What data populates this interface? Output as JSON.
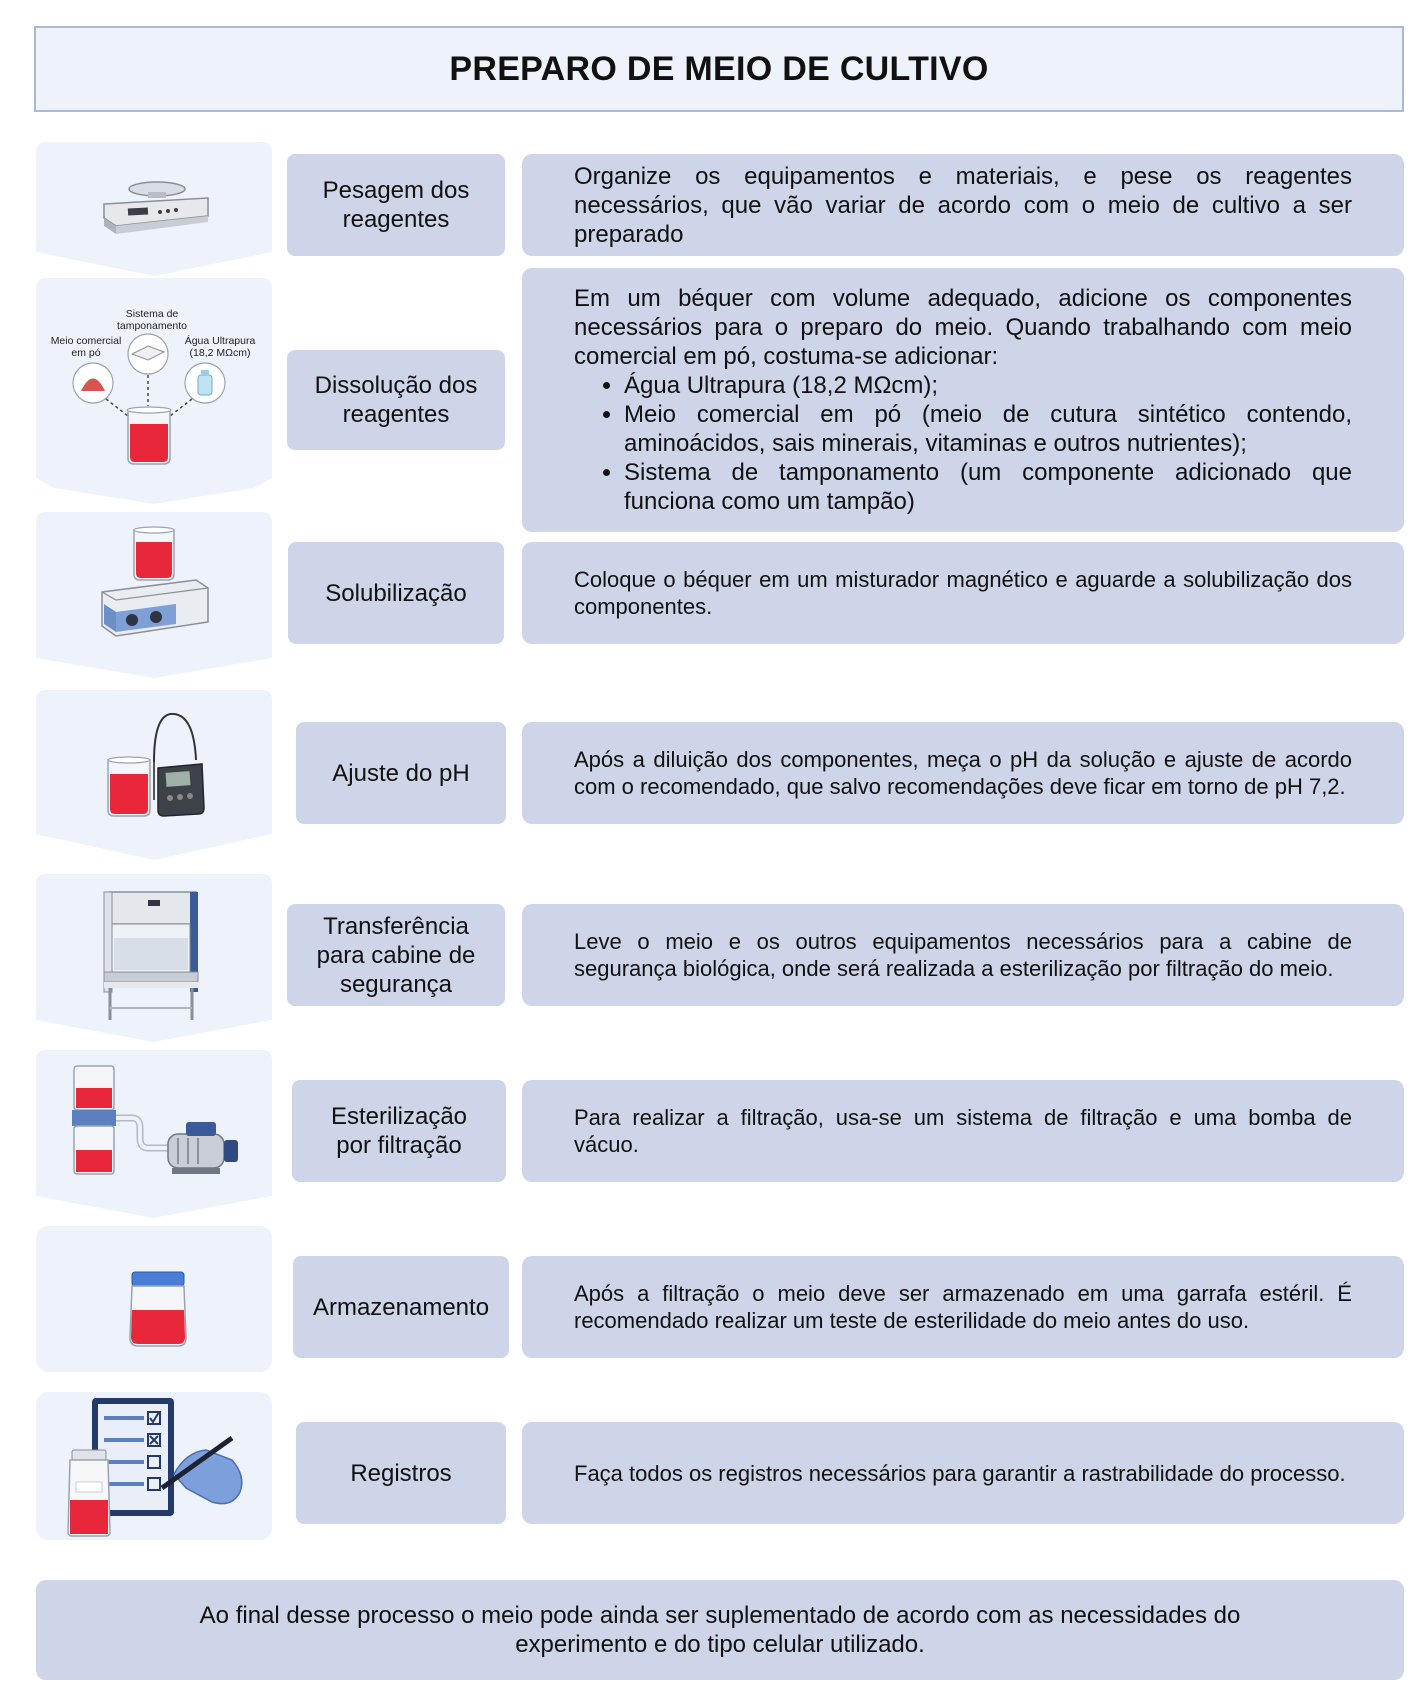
{
  "title": "PREPARO DE MEIO DE CULTIVO",
  "dissolution_labels": {
    "buffer": "Sistema de\ntamponamento",
    "medium": "Meio comercial\nem pó",
    "water": "Água Ultrapura\n(18,2 MΩcm)"
  },
  "steps": [
    {
      "label": "Pesagem dos\nreagentes",
      "icon": "balance-icon",
      "text": "Organize os equipamentos e materiais, e pese os reagentes necessários, que vão variar de acordo com o meio de cultivo a ser preparado"
    },
    {
      "label": "Dissolução dos\nreagentes",
      "icon": "dissolution-icon",
      "text": "Em um béquer com volume adequado, adicione os componentes necessários para o preparo do meio. Quando trabalhando com meio comercial em pó, costuma-se adicionar:",
      "bullets": [
        "Água Ultrapura (18,2 MΩcm);",
        "Meio comercial em pó (meio de cutura sintético contendo, aminoácidos, sais minerais, vitaminas e outros nutrientes);",
        "Sistema de tamponamento (um componente adicionado que funciona como um tampão)"
      ]
    },
    {
      "label": "Solubilização",
      "icon": "magnetic-stirrer-icon",
      "text": "Coloque o béquer em um misturador magnético e aguarde a solubilização dos componentes."
    },
    {
      "label": "Ajuste do pH",
      "icon": "ph-meter-icon",
      "text": "Após a diluição dos componentes, meça o pH da solução e ajuste de acordo com o recomendado, que salvo recomendações deve ficar em torno de pH 7,2."
    },
    {
      "label": "Transferência\npara cabine de\nsegurança",
      "icon": "biosafety-cabinet-icon",
      "text": "Leve o meio e os outros equipamentos necessários para a cabine de segurança biológica, onde será realizada a esterilização por  filtração do meio."
    },
    {
      "label": "Esterilização\npor filtração",
      "icon": "vacuum-filtration-icon",
      "text": "Para realizar a filtração, usa-se um sistema de filtração e uma bomba de vácuo."
    },
    {
      "label": "Armazenamento",
      "icon": "storage-bottle-icon",
      "text": "Após a filtração o meio deve ser armazenado em uma garrafa estéril. É recomendado realizar um teste de esterilidade do meio antes do uso."
    },
    {
      "label": "Registros",
      "icon": "checklist-icon",
      "text": "Faça todos os registros necessários para garantir a rastrabilidade do processo."
    }
  ],
  "footer": "Ao final desse processo o meio pode ainda ser suplementado de acordo com as necessidades do experimento e do tipo celular utilizado.",
  "colors": {
    "card_bg": "#ced5e8",
    "icon_bg": "#eef3fb",
    "title_border": "#a9bad6",
    "medium_red": "#e8283a"
  }
}
